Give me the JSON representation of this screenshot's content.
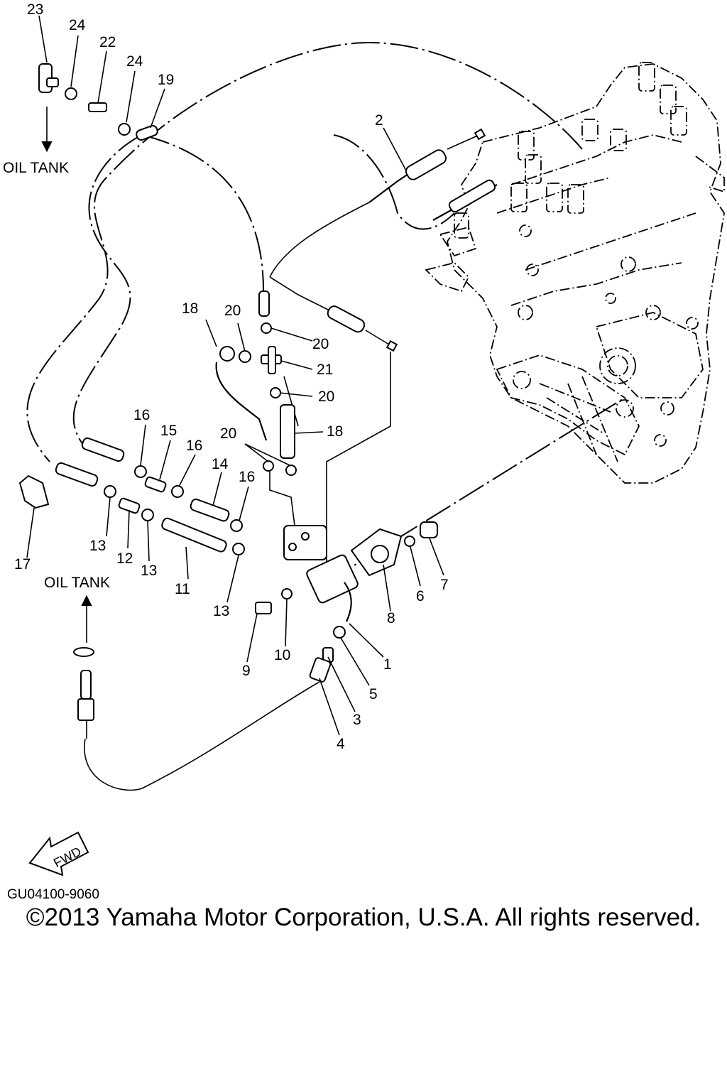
{
  "diagram": {
    "callouts": {
      "c1": "1",
      "c2": "2",
      "c3": "3",
      "c4": "4",
      "c5": "5",
      "c6": "6",
      "c7": "7",
      "c8": "8",
      "c9": "9",
      "c10": "10",
      "c11": "11",
      "c12": "12",
      "c13a": "13",
      "c13b": "13",
      "c13c": "13",
      "c14": "14",
      "c15": "15",
      "c16a": "16",
      "c16b": "16",
      "c16c": "16",
      "c17": "17",
      "c18a": "18",
      "c18b": "18",
      "c19": "19",
      "c20a": "20",
      "c20b": "20",
      "c20c": "20",
      "c20d": "20",
      "c21": "21",
      "c22": "22",
      "c23": "23",
      "c24a": "24",
      "c24b": "24"
    },
    "oil_tank_top": "OIL TANK",
    "oil_tank_bottom": "OIL TANK",
    "fwd_label": "FWD"
  },
  "footer": {
    "figure_code": "GU04100-9060",
    "copyright": "©2013 Yamaha Motor Corporation, U.S.A. All rights reserved."
  }
}
